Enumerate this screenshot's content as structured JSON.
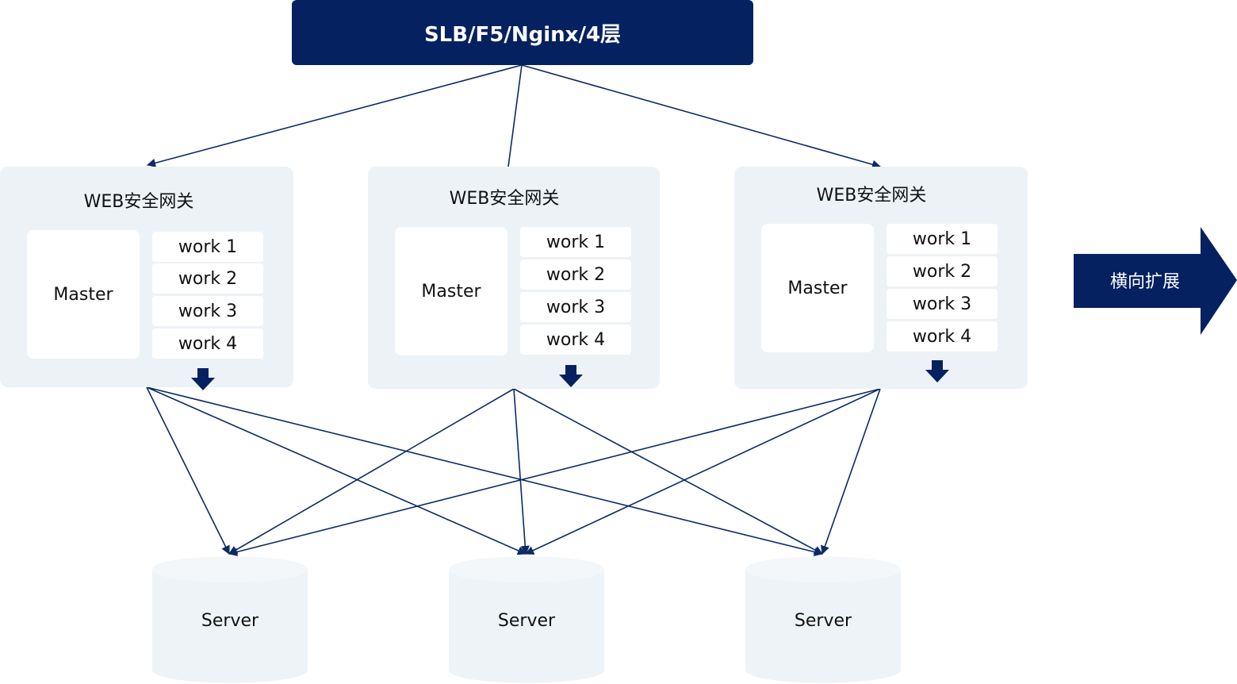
{
  "load_balancer": {
    "label": "SLB/F5/Nginx/4层"
  },
  "gateways": [
    {
      "title": "WEB安全网关",
      "master": "Master",
      "workers": [
        "work 1",
        "work 2",
        "work 3",
        "work 4"
      ]
    },
    {
      "title": "WEB安全网关",
      "master": "Master",
      "workers": [
        "work 1",
        "work 2",
        "work 3",
        "work 4"
      ]
    },
    {
      "title": "WEB安全网关",
      "master": "Master",
      "workers": [
        "work 1",
        "work 2",
        "work 3",
        "work 4"
      ]
    }
  ],
  "expand_arrow": {
    "label": "横向扩展"
  },
  "servers": [
    {
      "label": "Server"
    },
    {
      "label": "Server"
    },
    {
      "label": "Server"
    }
  ],
  "colors": {
    "dark_navy": "#05215f",
    "gateway_bg": "#edf2f7",
    "server_fill": "#eef3f7",
    "line": "#0b2a66"
  }
}
